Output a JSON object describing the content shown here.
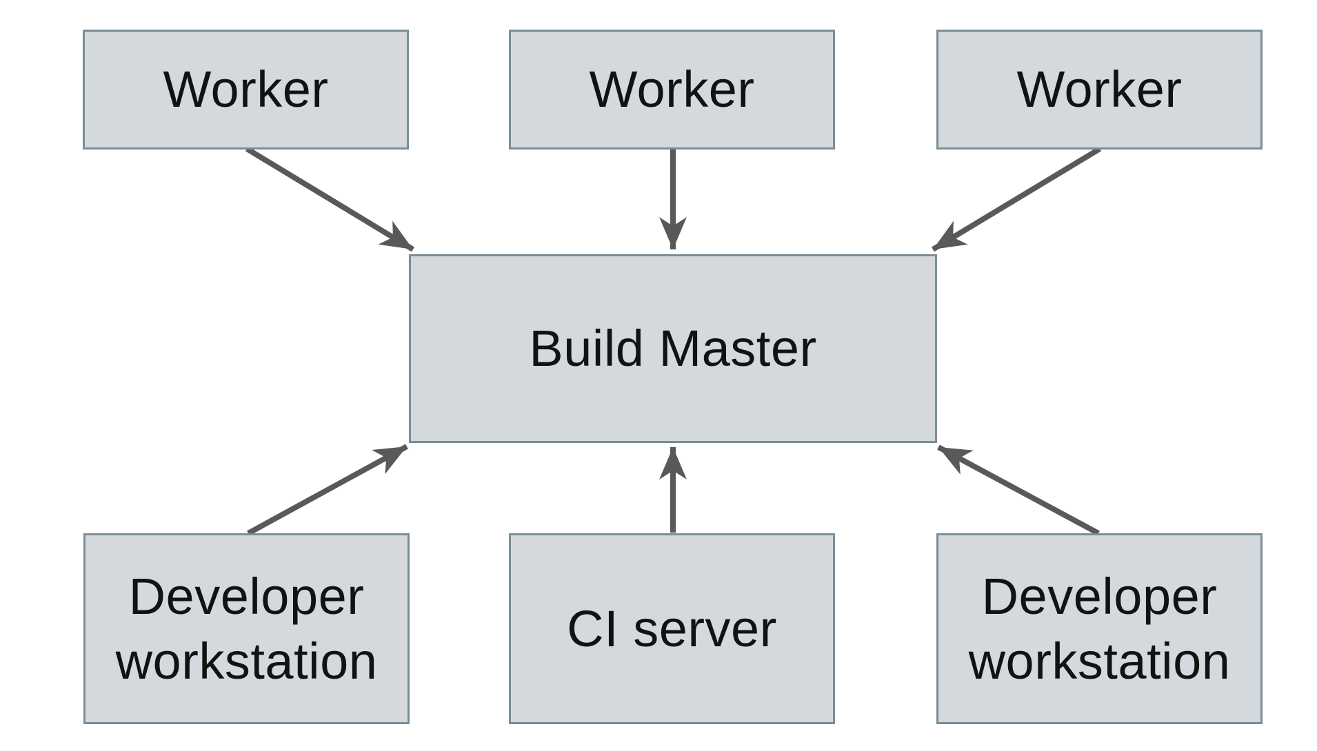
{
  "diagram": {
    "type": "node-edge-diagram",
    "colors": {
      "node_fill": "#d3d9dc",
      "node_border": "#7a8d98",
      "arrow_color": "#595959",
      "text_color": "#121212",
      "background": "#ffffff"
    },
    "nodes": [
      {
        "id": "worker-1",
        "label": "Worker"
      },
      {
        "id": "worker-2",
        "label": "Worker"
      },
      {
        "id": "worker-3",
        "label": "Worker"
      },
      {
        "id": "build-master",
        "label": "Build Master"
      },
      {
        "id": "developer-workstation-left",
        "label": "Developer workstation"
      },
      {
        "id": "ci-server",
        "label": "CI server"
      },
      {
        "id": "developer-workstation-right",
        "label": "Developer workstation"
      }
    ],
    "edges": [
      {
        "from": "worker-1",
        "to": "build-master",
        "direction": "into-build-master"
      },
      {
        "from": "worker-2",
        "to": "build-master",
        "direction": "into-build-master"
      },
      {
        "from": "worker-3",
        "to": "build-master",
        "direction": "into-build-master"
      },
      {
        "from": "developer-workstation-left",
        "to": "build-master",
        "direction": "into-build-master"
      },
      {
        "from": "ci-server",
        "to": "build-master",
        "direction": "into-build-master"
      },
      {
        "from": "developer-workstation-right",
        "to": "build-master",
        "direction": "into-build-master"
      }
    ]
  }
}
